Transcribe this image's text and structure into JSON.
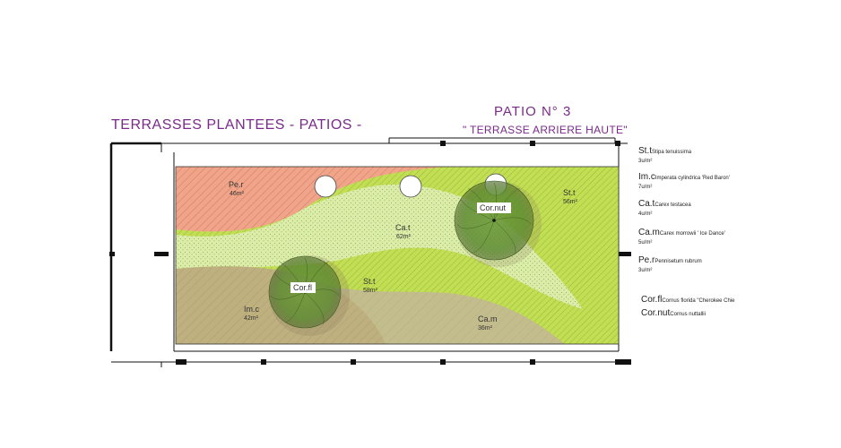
{
  "title": "TERRASSES PLANTEES - PATIOS -",
  "patio_number": "PATIO   N° 3",
  "patio_subtitle": "\" TERRASSE ARRIERE HAUTE\"",
  "zones": [
    {
      "code": "Pe.r",
      "area": "46m²"
    },
    {
      "code": "Ca.t",
      "area": "62m²"
    },
    {
      "code": "St.t",
      "area": "56m²"
    },
    {
      "code": "St.t",
      "area": "58m²"
    },
    {
      "code": "Im.c",
      "area": "42m²"
    },
    {
      "code": "Ca.m",
      "area": "36m²"
    }
  ],
  "trees": [
    {
      "label": "Cor.fl"
    },
    {
      "label": "Cor.nut"
    }
  ],
  "legend": [
    {
      "code": "St.t",
      "latin": "Stipa tenuissima",
      "density": "3u/m²"
    },
    {
      "code": "Im.c",
      "latin": "Imperata cylindrica 'Red Baron'",
      "density": "7u/m²"
    },
    {
      "code": "Ca.t",
      "latin": "Carex testacea",
      "density": "4u/m²"
    },
    {
      "code": "Ca.m",
      "latin": "Carex morrowii ' Ice Dance'",
      "density": "5u/m²"
    },
    {
      "code": "Pe.r",
      "latin": "Pennisetum rubrum",
      "density": "3u/m²"
    },
    {
      "code": "Cor.fl",
      "latin": "Cornus florida \"Cherokee Chie",
      "density": ""
    },
    {
      "code": "Cor.nut",
      "latin": "Cornus nuttallii",
      "density": ""
    }
  ],
  "colors": {
    "title": "#7a2a8a",
    "pe_r": "#f0a58a",
    "st_t": "#c2de55",
    "ca_t": "#dcedaa",
    "im_c": "#bfb080",
    "ca_m": "#c3bc8c",
    "tree_canopy": "#5a8a30"
  }
}
